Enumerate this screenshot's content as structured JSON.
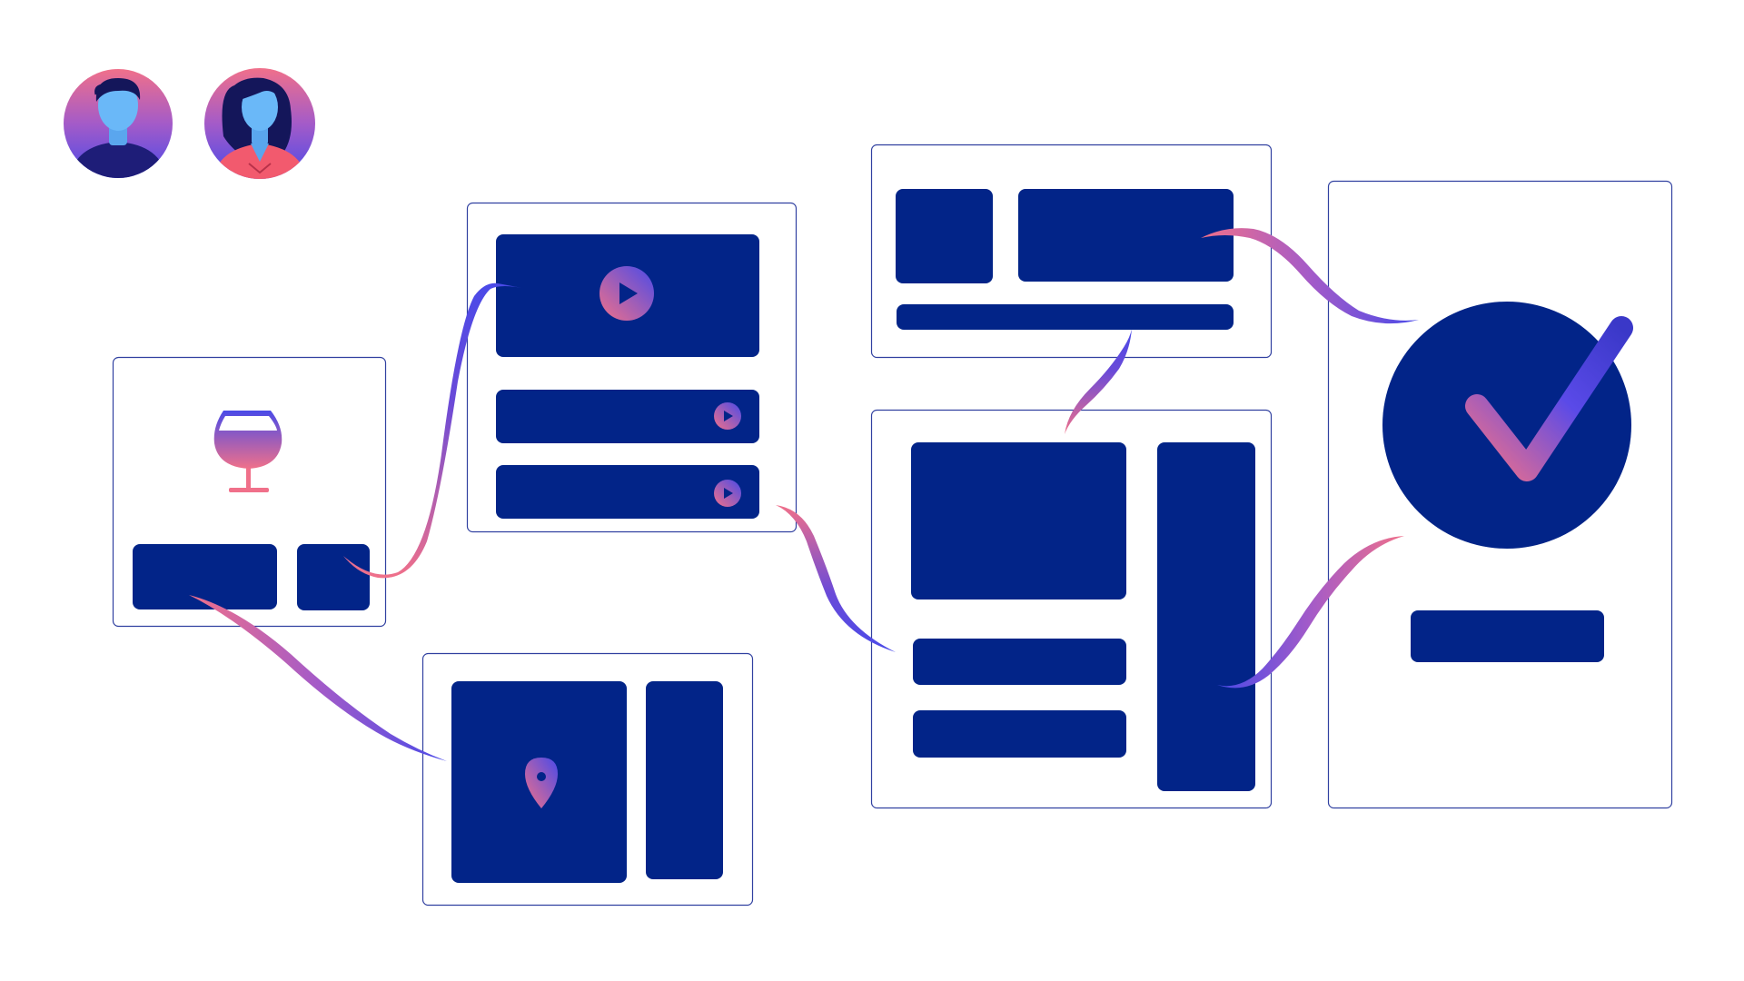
{
  "colors": {
    "background": "#ffffff",
    "block": "#022488",
    "panel_border": "#3040a0",
    "gradient_pink": "#f0708a",
    "gradient_violet": "#a45bc8",
    "gradient_blue": "#4a4ae8",
    "avatar_skin": "#6ab8f8",
    "avatar_hair": "#14165a",
    "avatar_shirt_female": "#f25a6e"
  },
  "avatars": [
    {
      "name": "male-user-avatar",
      "gender": "male"
    },
    {
      "name": "female-user-avatar",
      "gender": "female"
    }
  ],
  "icons": [
    "wine-glass-icon",
    "play-icon",
    "location-pin-icon",
    "checkmark-icon"
  ]
}
